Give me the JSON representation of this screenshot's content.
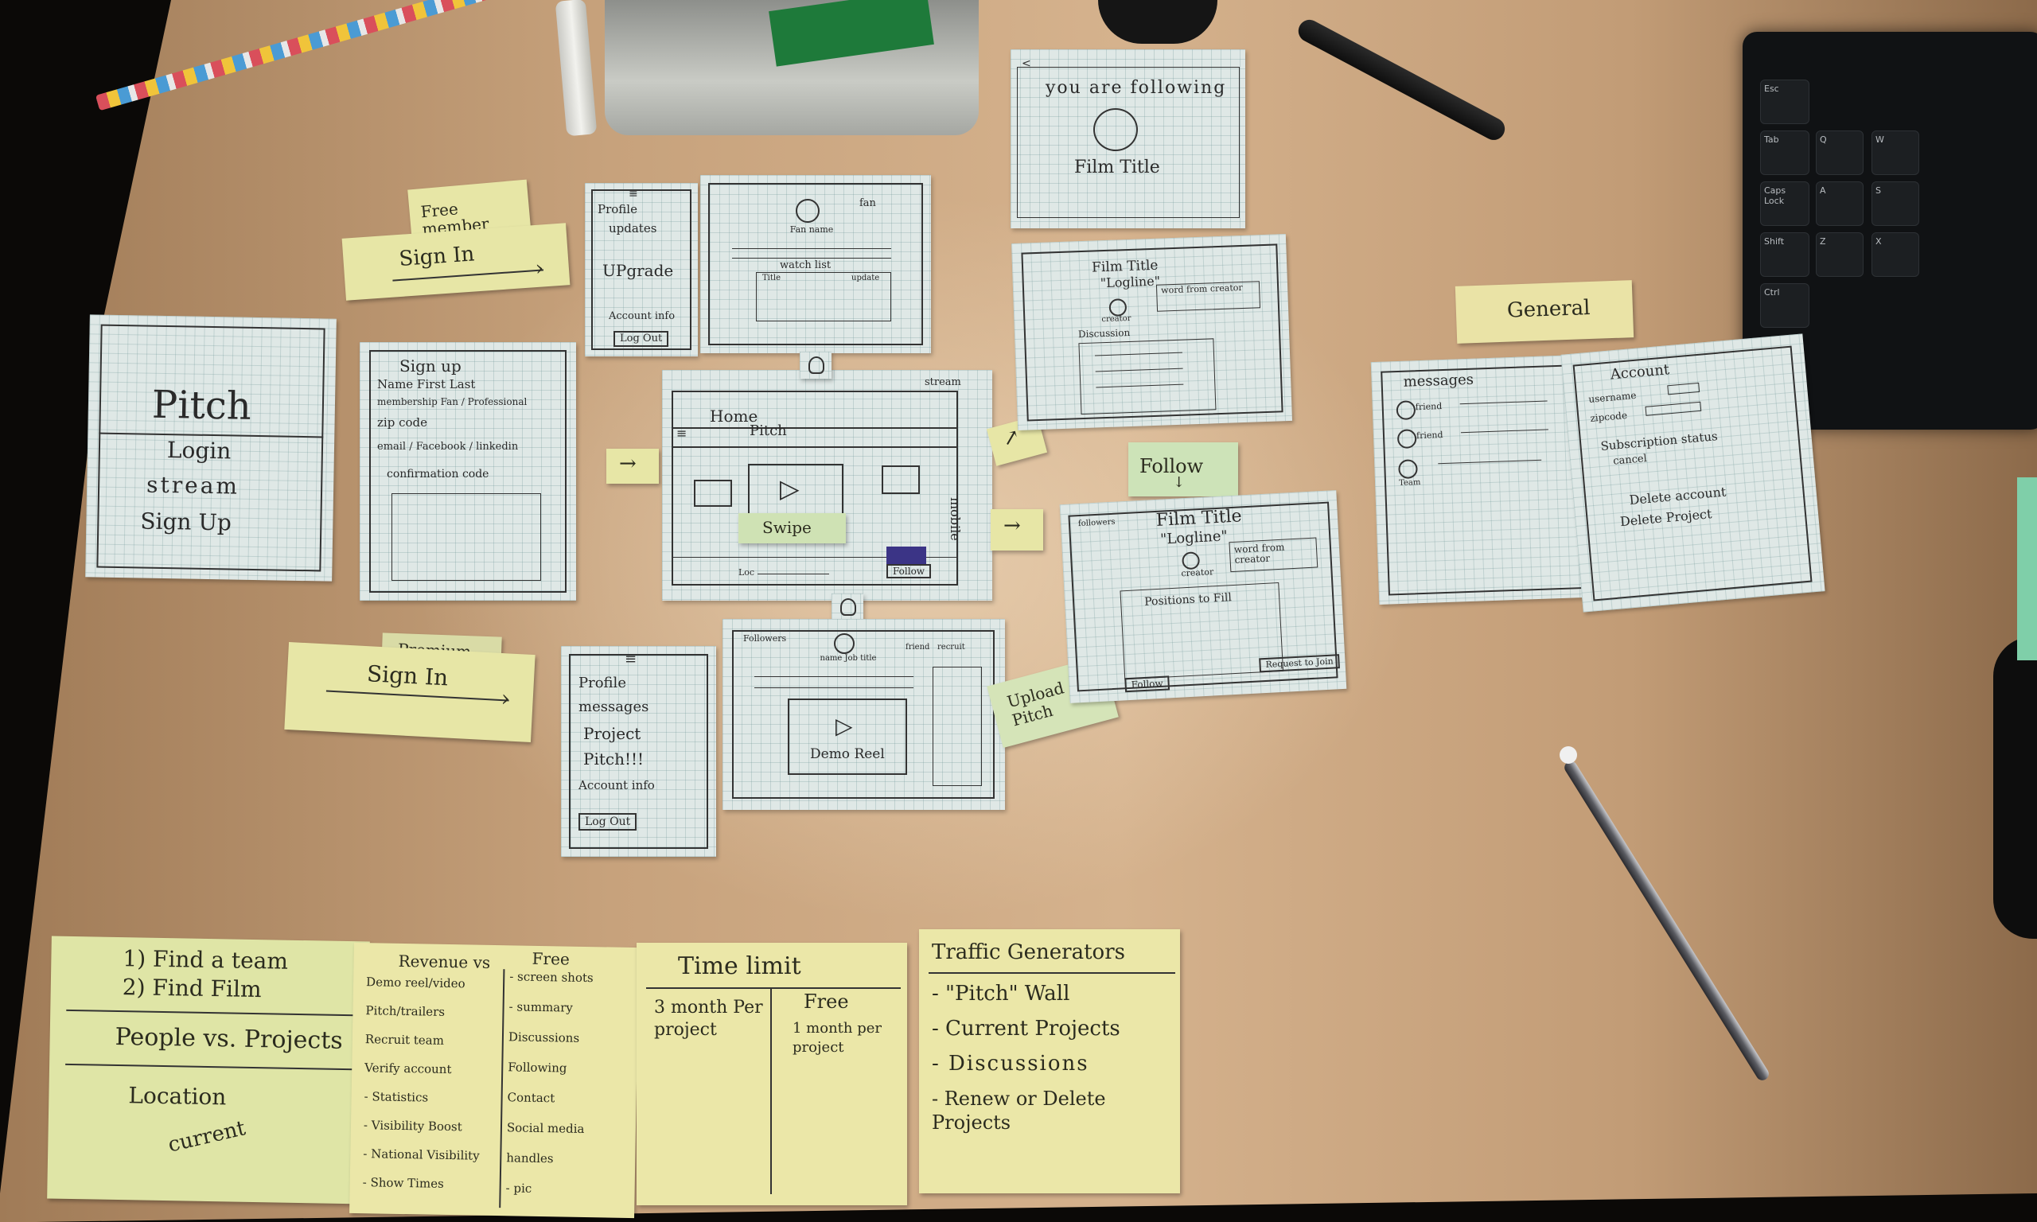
{
  "free_member": {
    "tag": "Free member",
    "signin": "Sign In"
  },
  "premium": {
    "tag": "Premium",
    "signin": "Sign In"
  },
  "start_card": {
    "title": "Pitch",
    "items": [
      "Login",
      "stream",
      "Sign Up"
    ]
  },
  "signup_card": {
    "title": "Sign up",
    "lines": [
      "Name  First Last",
      "membership Fan / Professional",
      "zip code",
      "email / Facebook / linkedin",
      "confirmation code"
    ]
  },
  "free_menu": {
    "items": [
      "Profile",
      "updates",
      "UPgrade",
      "Account info"
    ],
    "logout": "Log Out"
  },
  "fan_profile": {
    "top_label": "fan",
    "name_label": "Fan name",
    "watchlist": "watch list",
    "col_title": "Title",
    "col_update": "update"
  },
  "home_card": {
    "corner": "stream",
    "title": "Home",
    "header": "Pitch",
    "side": "mobile",
    "swipe": "Swipe",
    "follow": "Follow",
    "bottom_left": "Loc"
  },
  "premium_menu": {
    "items": [
      "Profile",
      "messages",
      "Project",
      "Pitch!!!",
      "Account info"
    ],
    "logout": "Log Out"
  },
  "premium_profile": {
    "corner": "Followers",
    "name_label": "name Job title",
    "friend": "friend",
    "recruit": "recruit",
    "reel": "Demo Reel"
  },
  "upload": "Upload Pitch",
  "following_card": {
    "title": "you are following",
    "film": "Film Title"
  },
  "film_card_1": {
    "title": "Film Title",
    "logline": "\"Logline\"",
    "creator": "creator",
    "word": "word from creator",
    "discussion": "Discussion"
  },
  "follow_note": "Follow",
  "film_card_2": {
    "corner": "followers",
    "title": "Film Title",
    "logline": "\"Logline\"",
    "creator": "creator",
    "word": "word from creator",
    "positions": "Positions to Fill",
    "request": "Request to Join",
    "follow": "Follow"
  },
  "general_tag": "General",
  "messages_card": {
    "title": "messages",
    "rows": [
      "friend",
      "friend",
      "Team"
    ]
  },
  "account_card": {
    "title": "Account",
    "lines": [
      "username",
      "zipcode",
      "Subscription status",
      "cancel",
      "Delete account",
      "Delete Project"
    ]
  },
  "note1": {
    "lines": [
      "1) Find a team",
      "2) Find Film",
      "People vs. Projects",
      "Location",
      "current"
    ]
  },
  "note2": {
    "left_title": "Revenue vs",
    "right_title": "Free",
    "left": [
      "Demo reel/video",
      "Pitch/trailers",
      "Recruit team",
      "Verify account",
      "- Statistics",
      "- Visibility Boost",
      "- National Visibility",
      "- Show Times"
    ],
    "right": [
      "- screen shots",
      "- summary",
      "Discussions",
      "Following",
      "Contact",
      "Social media",
      "handles",
      "- pic"
    ]
  },
  "note3": {
    "title": "Time limit",
    "left": "3 month Per project",
    "right_title": "Free",
    "right": "1 month per project"
  },
  "note4": {
    "title": "Traffic Generators",
    "lines": [
      "- \"Pitch\" Wall",
      "- Current Projects",
      "- Discussions",
      "- Renew or Delete Projects"
    ]
  },
  "keyboard": {
    "keys": [
      "Esc",
      "Tab",
      "Caps Lock",
      "Shift",
      "Ctrl",
      "Q",
      "W",
      "A",
      "S",
      "Z",
      "X"
    ]
  }
}
